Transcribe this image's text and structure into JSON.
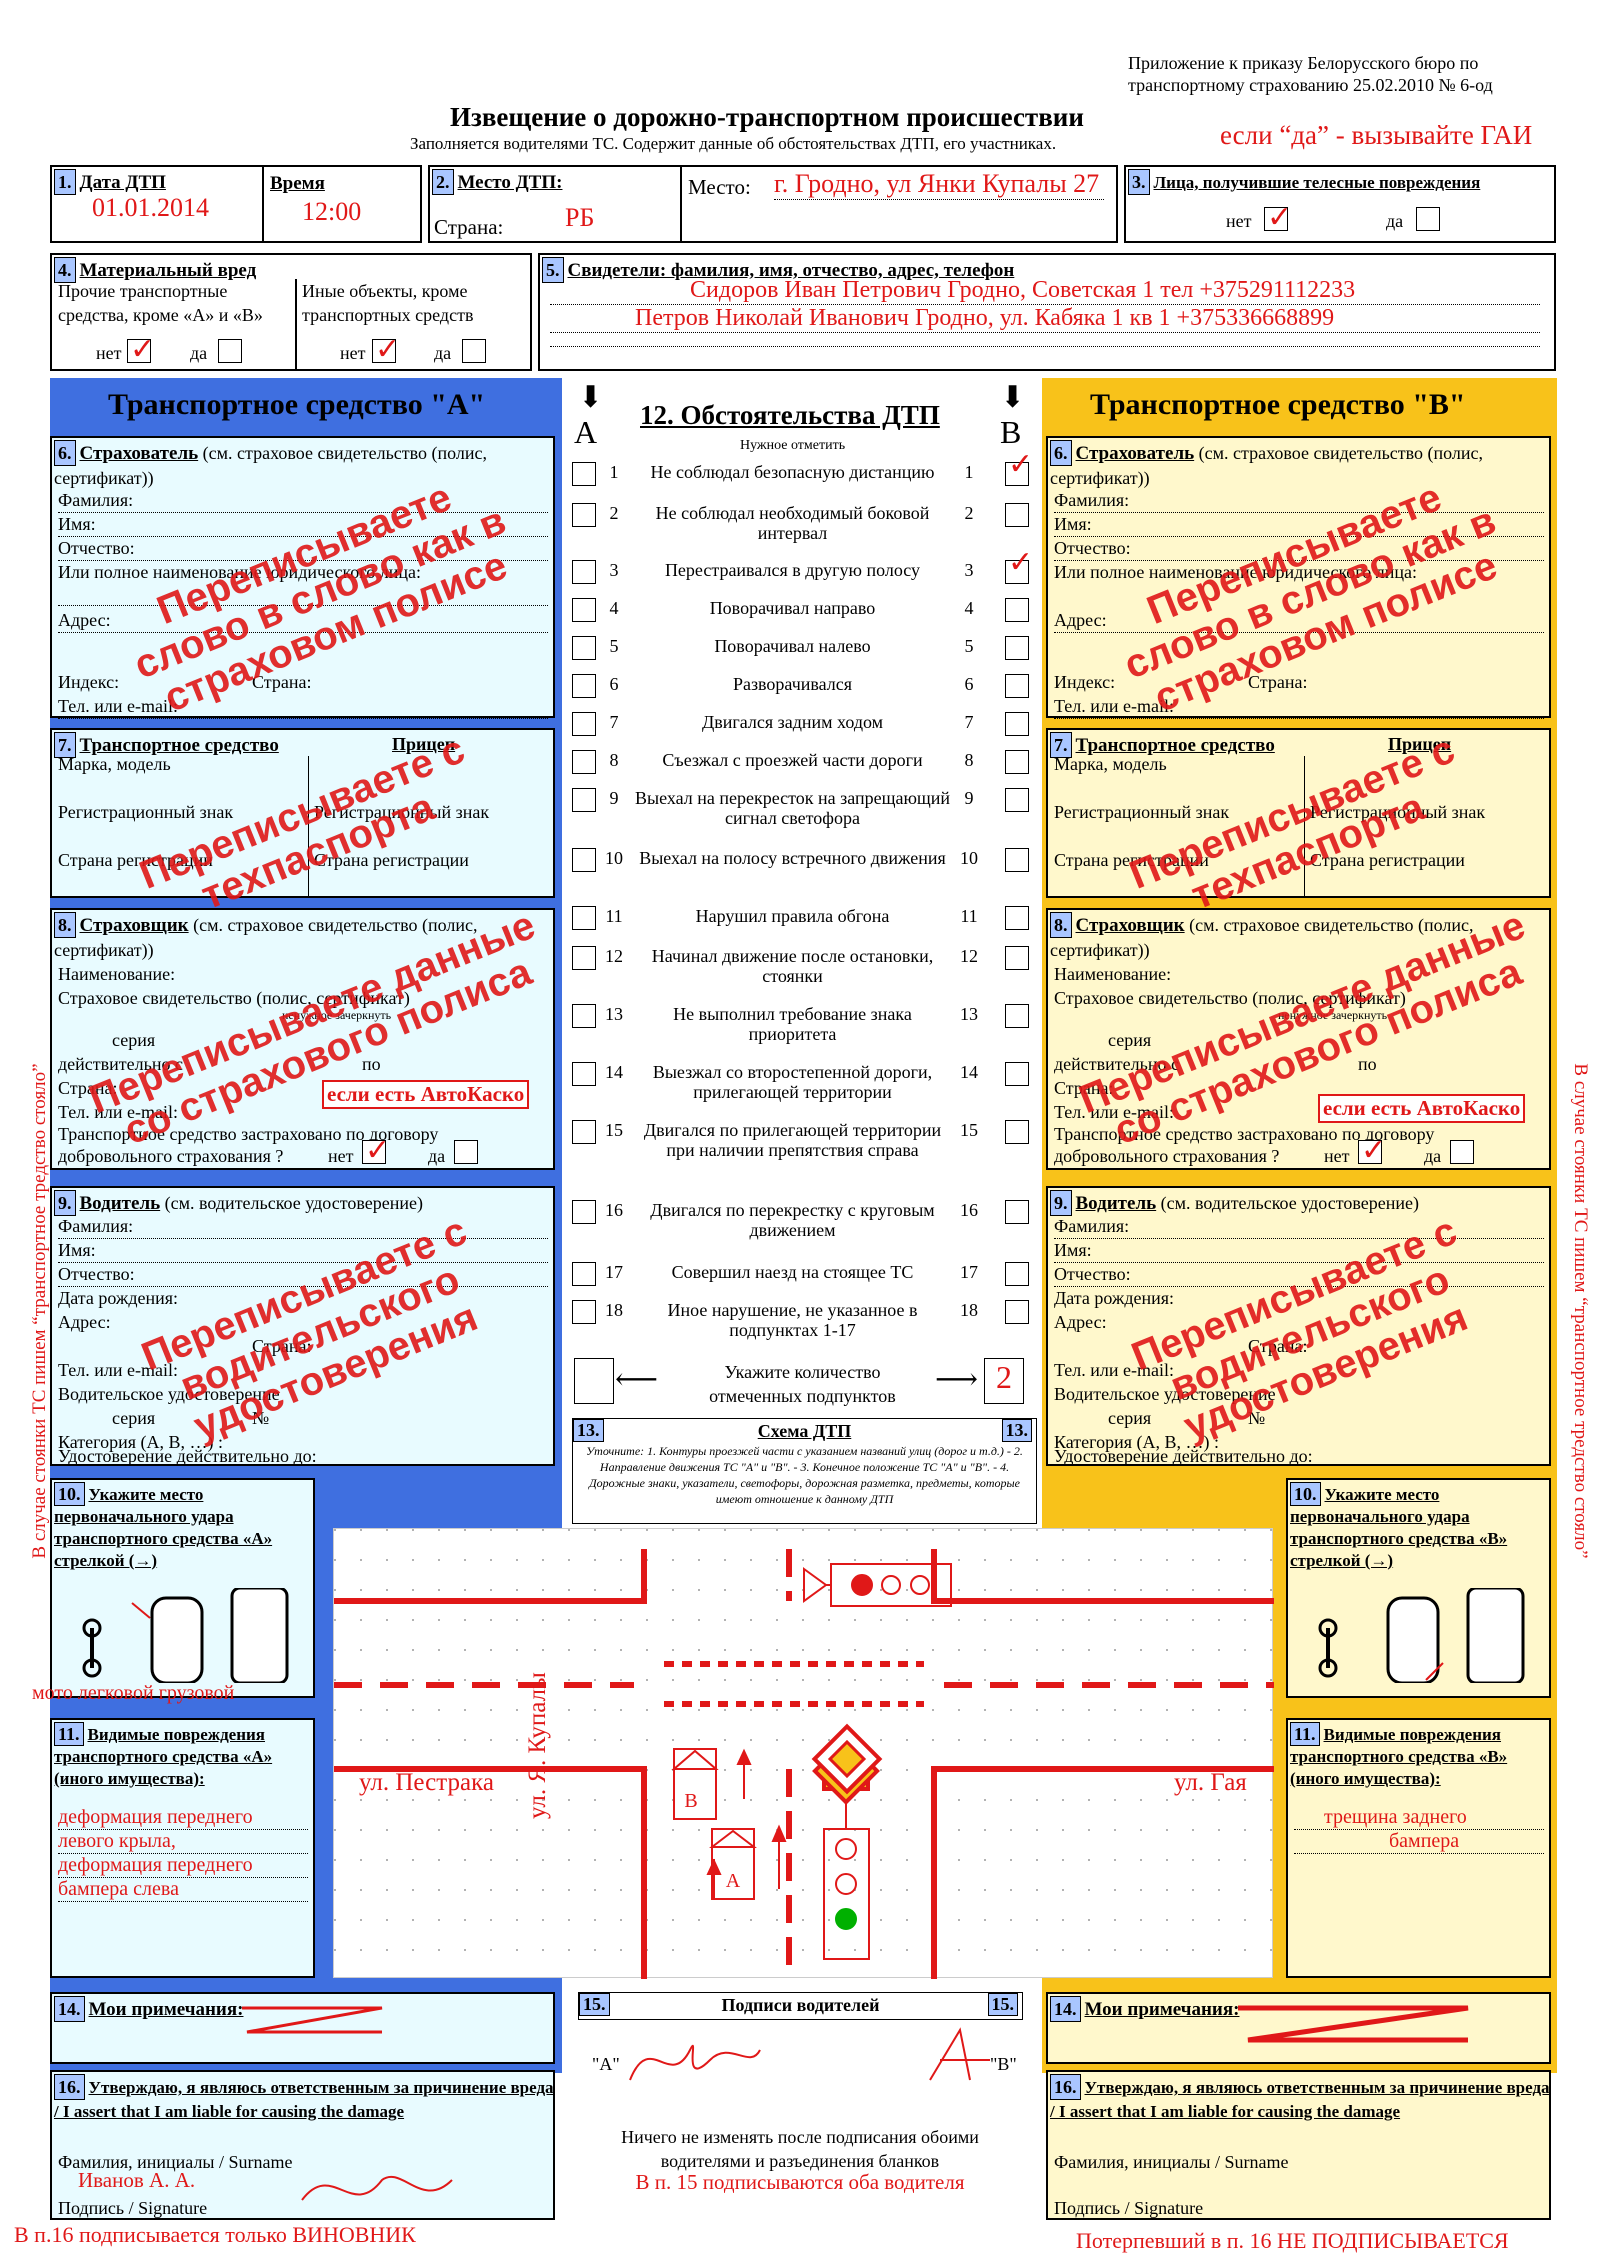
{
  "header": {
    "appendix": "Приложение к приказу Белорусского бюро по транспортному страхованию 25.02.2010 № 6-од",
    "title": "Извещение о дорожно-транспортном происшествии",
    "subtitle": "Заполняется водителями ТС. Содержит данные об обстоятельствах ДТП, его участниках.",
    "note_gai": "если “да” - вызывайте ГАИ"
  },
  "s1": {
    "label": "Дата ДТП",
    "time_label": "Время",
    "date": "01.01.2014",
    "time": "12:00"
  },
  "s2": {
    "label": "Место ДТП:",
    "place_label": "Место:",
    "place": "г. Гродно, ул Янки Купалы 27",
    "country_label": "Страна:",
    "country": "РБ"
  },
  "s3": {
    "label": "Лица, получившие телесные повреждения",
    "no": "нет",
    "yes": "да"
  },
  "s4": {
    "label": "Материальный вред",
    "col1": "Прочие транспортные средства, кроме «А» и «В»",
    "col2": "Иные объекты, кроме транспортных средств",
    "no": "нет",
    "yes": "да"
  },
  "s5": {
    "label": "Свидетели: фамилия, имя, отчество, адрес, телефон",
    "w1": "Сидоров Иван Петрович Гродно, Советская 1 тел +375291112233",
    "w2": "Петров Николай Иванович Гродно, ул. Кабяка 1 кв 1 +375336668899"
  },
  "vehA": {
    "title": "Транспортное средство \"A\""
  },
  "vehB": {
    "title": "Транспортное средство \"B\""
  },
  "s6": {
    "label": "Страхователь",
    "label_rest": "(см. страховое свидетельство (полис, сертификат))",
    "f1": "Фамилия:",
    "f2": "Имя:",
    "f3": "Отчество:",
    "f4": "Или полное наименование юридического лица:",
    "f5": "Адрес:",
    "f6": "Индекс:",
    "f6b": "Страна:",
    "f7": "Тел. или e-mail:"
  },
  "s7": {
    "label": "Транспортное средство",
    "trailer": "Прицеп",
    "f1": "Марка, модель",
    "f2": "Регистрационный знак",
    "f3": "Страна регистрации"
  },
  "s8": {
    "label": "Страховщик",
    "label_rest": "(см. страховое свидетельство (полис, сертификат))",
    "f1": "Наименование:",
    "f2": "Страховое свидетельство (полис, сертификат)",
    "f2b": "ненужное зачеркнуть",
    "f3": "серия",
    "f3b": "№",
    "f4": "действительно с",
    "f4b": "по",
    "f5": "Страна:",
    "f6": "Тел. или e-mail:",
    "f7": "Транспортное средство застраховано по договору",
    "f8": "добровольного страхования ?",
    "no": "нет",
    "yes": "да",
    "casco": "если есть АвтоКаско"
  },
  "s9": {
    "label": "Водитель",
    "label_rest": "(см. водительское удостоверение)",
    "f1": "Фамилия:",
    "f2": "Имя:",
    "f3": "Отчество:",
    "f4": "Дата рождения:",
    "f5": "Адрес:",
    "f5b": "Страна:",
    "f6": "Тел. или e-mail:",
    "f7": "Водительское удостоверение",
    "f8": "серия",
    "f8b": "№",
    "f9": "Категория (A, B, …) :",
    "f10": "Удостоверение действительно до:"
  },
  "s10a": {
    "label": "Укажите место первоначального удара транспортного средства «А» стрелкой (→)",
    "under": "мото   легковой грузовой"
  },
  "s10b": {
    "label": "Укажите место первоначального удара транспортного средства «В» стрелкой (→)"
  },
  "s11a": {
    "label": "Видимые повреждения транспортного средства «А» (иного имущества):",
    "d1": "деформация переднего",
    "d2": "левого крыла,",
    "d3": "деформация переднего",
    "d4": "бампера слева"
  },
  "s11b": {
    "label": "Видимые повреждения транспортного средства «В» (иного имущества):",
    "d1": "трещина заднего",
    "d2": "бампера"
  },
  "stamps": {
    "s6": "Переписываете слово в слово как в страховом полисе",
    "s7": "Переписываете с техпаспорта",
    "s8": "Переписываете данные со страхового полиса",
    "s9": "Переписываете с водительского удостоверения"
  },
  "side_note": "В случае стоянки ТС пишем “транспортное тредство стояло”",
  "s12": {
    "title": "12. Обстоятельства ДТП",
    "sub": "Нужное отметить",
    "a": "A",
    "b": "B",
    "items": [
      "Не соблюдал безопасную дистанцию",
      "Не соблюдал необходимый боковой интервал",
      "Перестраивался в другую полосу",
      "Поворачивал направо",
      "Поворачивал налево",
      "Разворачивался",
      "Двигался задним ходом",
      "Съезжал с проезжей части дороги",
      "Выехал на перекресток на запрещающий сигнал светофора",
      "Выехал на полосу встречного движения",
      "Нарушил правила обгона",
      "Начинал движение после остановки, стоянки",
      "Не выполнил требование знака приоритета",
      "Выезжал со второстепенной дороги, прилегающей территории",
      "Двигался по прилегающей территории при наличии препятствия справа",
      "Двигался по перекрестку с круговым движением",
      "Совершил наезд на стоящее ТС",
      "Иное нарушение, не указанное в подпунктах 1-17"
    ],
    "count_label": "Укажите количество отмеченных подпунктов",
    "count_b": "2"
  },
  "s13": {
    "label": "Схема ДТП",
    "note": "Уточните: 1. Контуры проезжей части с указанием названий улиц (дорог и т.д.) - 2. Направление движения ТС \"А\" и \"В\". - 3. Конечное положение ТС \"А\" и \"В\". - 4. Дорожные знаки, указатели, светофоры, дорожная разметка, предметы, которые имеют отношение к данному ДТП",
    "street1": "ул. Пестрака",
    "street2": "ул. Гая",
    "street3": "ул. Я. Купалы",
    "carA": "A",
    "carB": "B"
  },
  "s14": {
    "label": "Мои примечания:"
  },
  "s15": {
    "label": "Подписи водителей",
    "a": "\"A\"",
    "b": "\"B\"",
    "note": "Ничего не изменять после подписания обоими водителями и разъединения бланков",
    "red": "В п. 15 подписываются оба водителя"
  },
  "s16": {
    "label": "Утверждаю, я являюсь ответственным за причинение вреда / I assert that I am liable for causing the damage",
    "name_label": "Фамилия, инициалы / Surname",
    "name": "Иванов А. А.",
    "sign": "Подпись / Signature"
  },
  "footer": {
    "left": "В п.16 подписывается только ВИНОВНИК",
    "right": "Потерпевший в п. 16 НЕ ПОДПИСЫВАЕТСЯ"
  }
}
